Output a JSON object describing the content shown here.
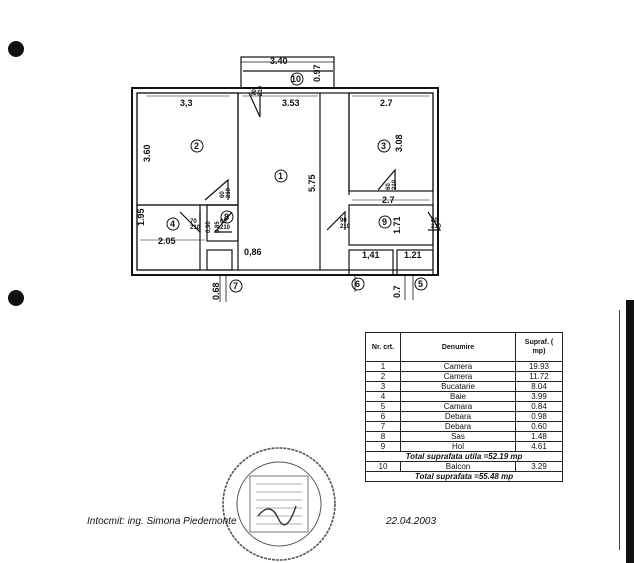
{
  "plan": {
    "dimensions": {
      "top_width": "3.40",
      "balcony_depth": "0.97",
      "room2_width": "3,3",
      "room1_width": "3.53",
      "room3_width": "2.7",
      "room2_height": "3.60",
      "room1_height": "5.75",
      "room3_height": "3.08",
      "room9_width": "2.7",
      "room9_height": "1.71",
      "left_height": "1.95",
      "room4_width": "2.05",
      "small_width": "0,86",
      "sub_width_a": "1,41",
      "sub_width_b": "1.21",
      "sub_height_a": "0.68",
      "sub_height_b": "0.7",
      "inner_a": "0,90",
      "inner_b": "0,85"
    },
    "door_labels": {
      "d1": "70\n210",
      "d2": "60\n210",
      "d3": "70\n210",
      "d4": "60\n210",
      "d5": "60\n210",
      "d6": "90\n210",
      "d7": "80\n210"
    },
    "room_numbers": [
      "1",
      "2",
      "3",
      "4",
      "5",
      "6",
      "7",
      "8",
      "9",
      "10"
    ]
  },
  "table": {
    "headers": {
      "nr": "Nr. crt.",
      "denumire": "Denumire",
      "supraf": "Supraf. ( mp)"
    },
    "rows": [
      {
        "nr": "1",
        "name": "Camera",
        "area": "19.93"
      },
      {
        "nr": "2",
        "name": "Camera",
        "area": "11.72"
      },
      {
        "nr": "3",
        "name": "Bucatarie",
        "area": "8.04"
      },
      {
        "nr": "4",
        "name": "Baie",
        "area": "3.99"
      },
      {
        "nr": "5",
        "name": "Camara",
        "area": "0.84"
      },
      {
        "nr": "6",
        "name": "Debara",
        "area": "0.98"
      },
      {
        "nr": "7",
        "name": "Debara",
        "area": "0.60"
      },
      {
        "nr": "8",
        "name": "Sas",
        "area": "1.48"
      },
      {
        "nr": "9",
        "name": "Hol",
        "area": "4.61"
      }
    ],
    "total_utila": "Total suprafata utila =52.19 mp",
    "balcon": {
      "nr": "10",
      "name": "Balcon",
      "area": "3.29"
    },
    "total": "Total suprafata =55.48 mp"
  },
  "footer": {
    "author": "Intocmit: ing. Simona Piedemonte",
    "date": "22.04.2003"
  },
  "colors": {
    "ink": "#111111",
    "stamp": "#555555"
  }
}
